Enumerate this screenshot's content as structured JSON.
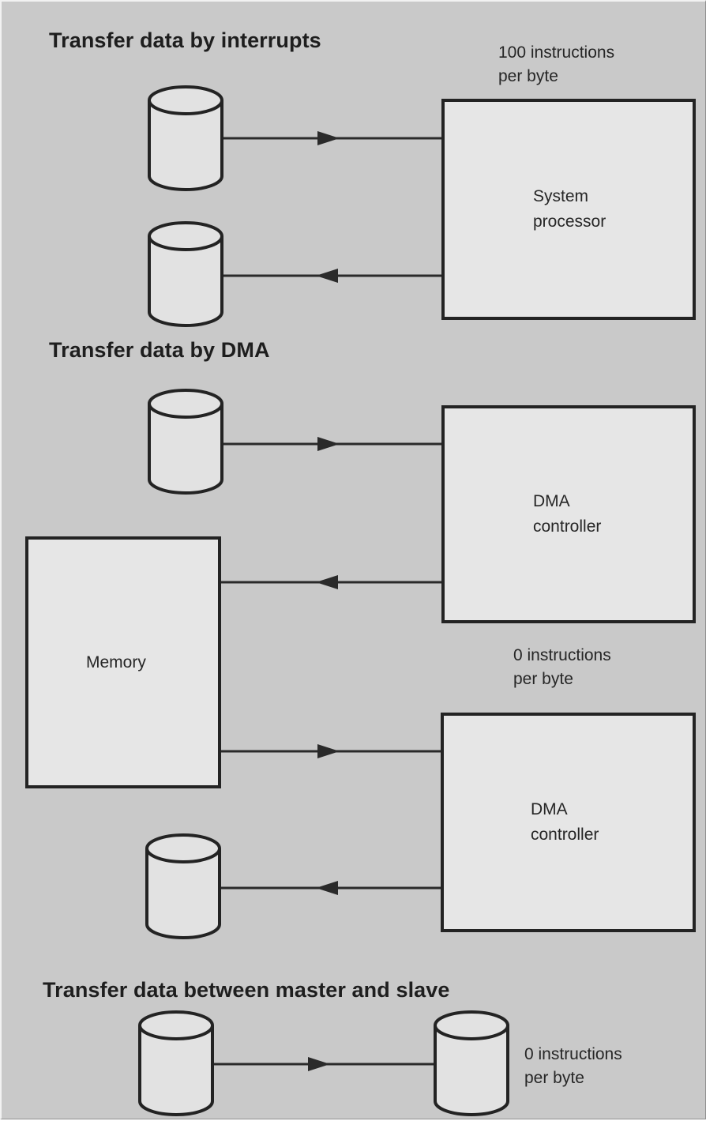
{
  "sections": [
    {
      "heading": "Transfer data by interrupts",
      "note": [
        "100 instructions",
        "per byte"
      ]
    },
    {
      "heading": "Transfer data by DMA",
      "note": [
        "0 instructions",
        "per byte"
      ]
    },
    {
      "heading": "Transfer data between master and slave",
      "note": [
        "0 instructions",
        "per byte"
      ]
    }
  ],
  "boxes": {
    "system_processor": [
      "System",
      "processor"
    ],
    "dma_controller_1": [
      "DMA",
      "controller"
    ],
    "memory": [
      "Memory"
    ],
    "dma_controller_2": [
      "DMA",
      "controller"
    ]
  },
  "icons": {
    "device": "disk-cylinder-icon",
    "arrow": "arrowhead-icon"
  },
  "colors": {
    "background": "#c9c9c9",
    "box_fill": "#e6e6e6",
    "device_fill": "#e2e2e2",
    "ink": "#232323"
  }
}
